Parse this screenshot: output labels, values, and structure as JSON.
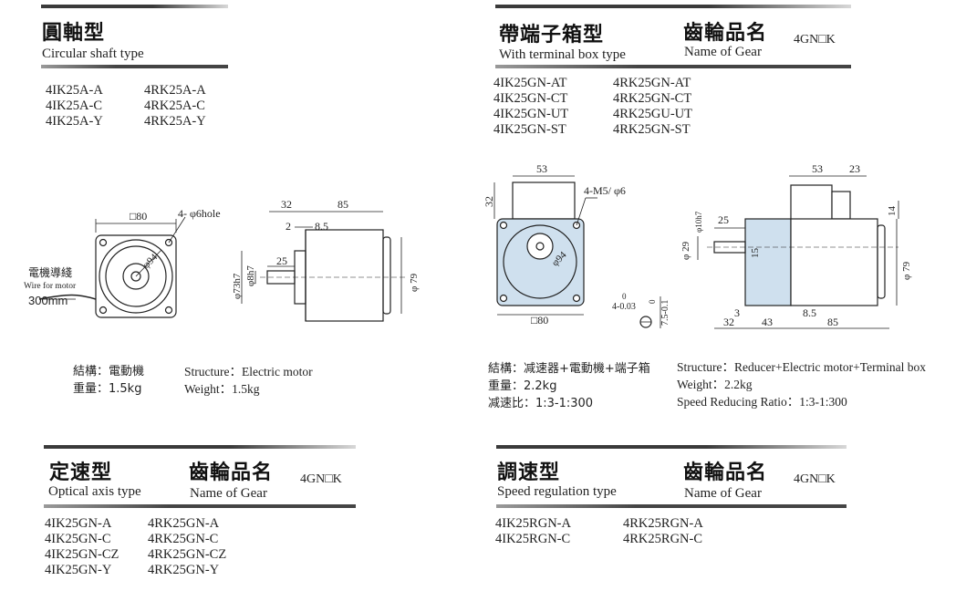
{
  "circular": {
    "title_zh": "圓軸型",
    "title_en": "Circular shaft type",
    "models_left": [
      "4IK25A-A",
      "4IK25A-C",
      "4IK25A-Y"
    ],
    "models_right": [
      "4RK25A-A",
      "4RK25A-C",
      "4RK25A-Y"
    ],
    "drawing": {
      "square": "□80",
      "holes": "4- φ6hole",
      "dia94": "φ94",
      "wire_zh": "電機導綫",
      "wire_en": "Wire for motor",
      "wire_len": "300mm",
      "d32": "32",
      "d85": "85",
      "d2": "2",
      "d85b": "8.5",
      "d25": "25",
      "d73": "φ73h7",
      "d8": "φ8h7",
      "d79": "φ 79"
    },
    "spec_zh": [
      "結構：電動機",
      "重量：1.5kg"
    ],
    "spec_en": [
      "Structure：Electric motor",
      "Weight：1.5kg"
    ]
  },
  "terminal": {
    "title_zh": "帶端子箱型",
    "title_en": "With terminal box  type",
    "gear_zh": "齒輪品名",
    "gear_en": "Name of Gear",
    "gear_code": "4GN□K",
    "models_left": [
      "4IK25GN-AT",
      "4IK25GN-CT",
      "4IK25GN-UT",
      "4IK25GN-ST"
    ],
    "models_right": [
      "4RK25GN-AT",
      "4RK25GN-CT",
      "4RK25GU-UT",
      "4RK25GN-ST"
    ],
    "drawing": {
      "d53": "53",
      "d32": "32",
      "m5": "4-M5/ φ6",
      "dia94": "φ94",
      "square": "□80",
      "tol_a": "0",
      "tol_b": "4-0.03",
      "tol_c": "0",
      "tol_d": "7.5-0.1",
      "s53": "53",
      "s23": "23",
      "s14": "14",
      "s10": "φ10h7",
      "s25": "25",
      "s29": "φ 29",
      "s15": "15",
      "s79": "φ 79",
      "s3": "3",
      "s32": "32",
      "s43": "43",
      "s85": "8.5",
      "s85b": "85"
    },
    "spec_zh": [
      "結構：减速器+電動機+端子箱",
      "重量：2.2kg",
      "减速比：1:3-1:300"
    ],
    "spec_en": [
      "Structure：Reducer+Electric motor+Terminal box",
      "Weight：2.2kg",
      "Speed Reducing Ratio：1:3-1:300"
    ]
  },
  "optical": {
    "title_zh": "定速型",
    "title_en": "Optical axis type",
    "gear_zh": "齒輪品名",
    "gear_en": "Name of Gear",
    "gear_code": "4GN□K",
    "models_left": [
      "4IK25GN-A",
      "4IK25GN-C",
      "4IK25GN-CZ",
      "4IK25GN-Y"
    ],
    "models_right": [
      "4RK25GN-A",
      "4RK25GN-C",
      "4RK25GN-CZ",
      "4RK25GN-Y"
    ]
  },
  "speed": {
    "title_zh": "調速型",
    "title_en": "Speed regulation type",
    "gear_zh": "齒輪品名",
    "gear_en": "Name of Gear",
    "gear_code": "4GN□K",
    "models_left": [
      "4IK25RGN-A",
      "4IK25RGN-C"
    ],
    "models_right": [
      "4RK25RGN-A",
      "4RK25RGN-C"
    ]
  },
  "colors": {
    "motor_fill": "#cfe0ee",
    "line": "#222222"
  }
}
